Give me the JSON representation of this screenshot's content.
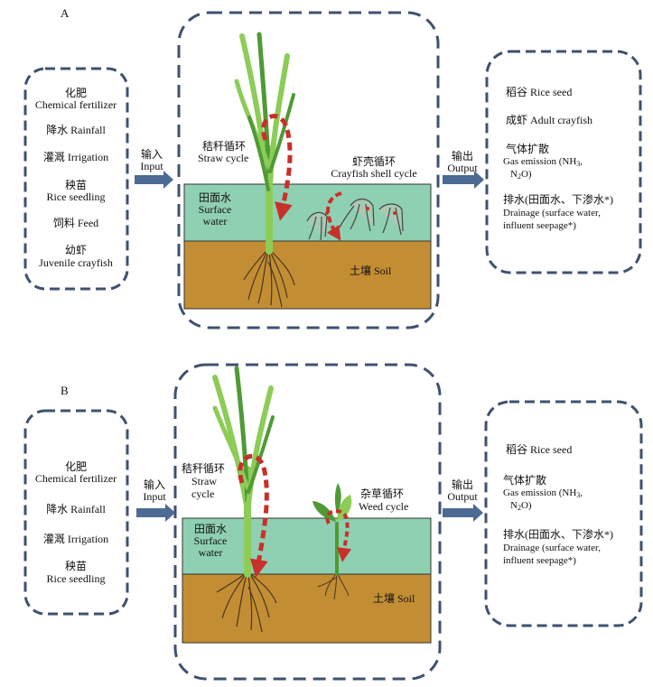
{
  "panelA": {
    "letter": "A",
    "inputs": [
      {
        "zh": "化肥",
        "en": "Chemical fertilizer"
      },
      {
        "zh": "降水 Rainfall",
        "en": ""
      },
      {
        "zh": "灌溉 Irrigation",
        "en": ""
      },
      {
        "zh": "秧苗",
        "en": "Rice seedling"
      },
      {
        "zh": "饲料 Feed",
        "en": ""
      },
      {
        "zh": "幼虾",
        "en": "Juvenile crayfish"
      }
    ],
    "input_arrow": {
      "zh": "输入",
      "en": "Input"
    },
    "output_arrow": {
      "zh": "输出",
      "en": "Output"
    },
    "straw_cycle": {
      "zh": "秸秆循环",
      "en": "Straw cycle"
    },
    "shell_cycle": {
      "zh": "虾壳循环",
      "en": "Crayfish shell cycle"
    },
    "surface_water": {
      "zh": "田面水",
      "en1": "Surface",
      "en2": "water"
    },
    "soil": "土壤 Soil",
    "outputs": {
      "rice": "稻谷 Rice seed",
      "crayfish": "成虾 Adult crayfish",
      "gas_zh": "气体扩散",
      "gas_en": "Gas emission (NH",
      "gas_nh_sub": "3",
      "gas_comma": ",",
      "gas_n": "N",
      "gas_n_sub": "2",
      "gas_o": "O)",
      "drain_zh": "排水(田面水、下渗水*)",
      "drain_en1": "Drainage (surface water,",
      "drain_en2": "influent seepage*)"
    }
  },
  "panelB": {
    "letter": "B",
    "inputs": [
      {
        "zh": "化肥",
        "en": "Chemical fertilizer"
      },
      {
        "zh": "降水 Rainfall",
        "en": ""
      },
      {
        "zh": "灌溉 Irrigation",
        "en": ""
      },
      {
        "zh": "秧苗",
        "en": "Rice seedling"
      }
    ],
    "input_arrow": {
      "zh": "输入",
      "en": "Input"
    },
    "output_arrow": {
      "zh": "输出",
      "en": "Output"
    },
    "straw_cycle": {
      "zh": "秸秆循环",
      "en1": "Straw",
      "en2": "cycle"
    },
    "weed_cycle": {
      "zh": "杂草循环",
      "en": "Weed cycle"
    },
    "surface_water": {
      "zh": "田面水",
      "en1": "Surface",
      "en2": "water"
    },
    "soil": "土壤 Soil",
    "outputs": {
      "rice": "稻谷 Rice seed",
      "gas_zh": "气体扩散",
      "gas_en": "Gas emission (NH",
      "gas_nh_sub": "3",
      "gas_comma": ",",
      "gas_n": "N",
      "gas_n_sub": "2",
      "gas_o": "O)",
      "drain_zh": "排水(田面水、下渗水*)",
      "drain_en1": "Drainage (surface water,",
      "drain_en2": "influent seepage*)"
    }
  },
  "colors": {
    "border": "#3f5170",
    "arrow": "#4d6a94",
    "water": "#8fd0b2",
    "soil": "#c38e33",
    "leaf": "#8ccc57",
    "leaf_dark": "#4f9a35",
    "cycle": "#c8302b",
    "root": "#4a3420"
  }
}
